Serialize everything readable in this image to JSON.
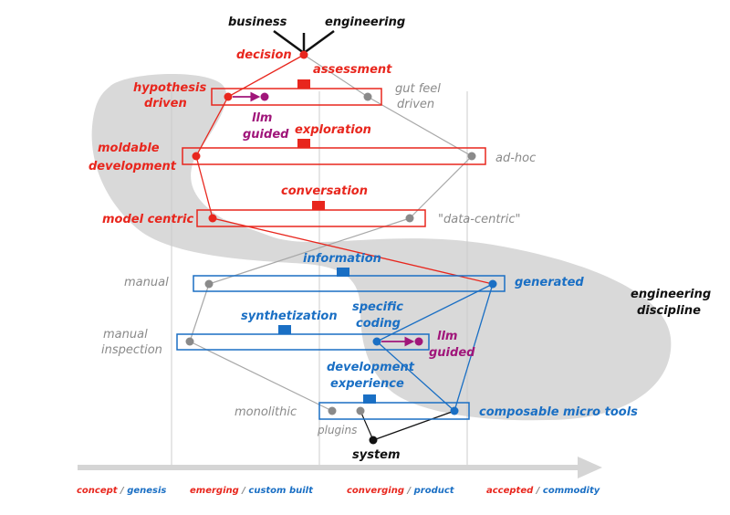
{
  "colors": {
    "red": "#e8261d",
    "gray": "#8a8a8a",
    "blue": "#1a6fc4",
    "purple": "#a0167a",
    "blob": "#d9d9d9"
  },
  "top": {
    "business": "business",
    "engineering": "engineering",
    "decision": "decision",
    "assessment": "assessment"
  },
  "rows": {
    "hypothesis": {
      "left1": "hypothesis",
      "left2": "driven",
      "right1": "gut feel",
      "right2": "driven",
      "llm1": "llm",
      "llm2": "guided"
    },
    "moldable": {
      "left1": "moldable",
      "left2": "development",
      "right": "ad-hoc",
      "mid": "exploration"
    },
    "model": {
      "left": "model centric",
      "right": "\"data-centric\"",
      "mid": "conversation"
    },
    "information": {
      "left": "manual",
      "right": "generated",
      "mid": "information"
    },
    "inspection": {
      "left1": "manual",
      "left2": "inspection",
      "mid": "synthetization",
      "specific1": "specific",
      "specific2": "coding",
      "llm1": "llm",
      "llm2": "guided"
    },
    "devex": {
      "mid1": "development",
      "mid2": "experience",
      "left": "monolithic",
      "right": "composable micro tools",
      "plugins": "plugins",
      "system": "system"
    }
  },
  "engineering_discipline": {
    "line1": "engineering",
    "line2": "discipline"
  },
  "legend": [
    {
      "a": "concept",
      "b": "genesis"
    },
    {
      "a": "emerging",
      "b": "custom built"
    },
    {
      "a": "converging",
      "b": "product"
    },
    {
      "a": "accepted",
      "b": "commodity"
    }
  ]
}
